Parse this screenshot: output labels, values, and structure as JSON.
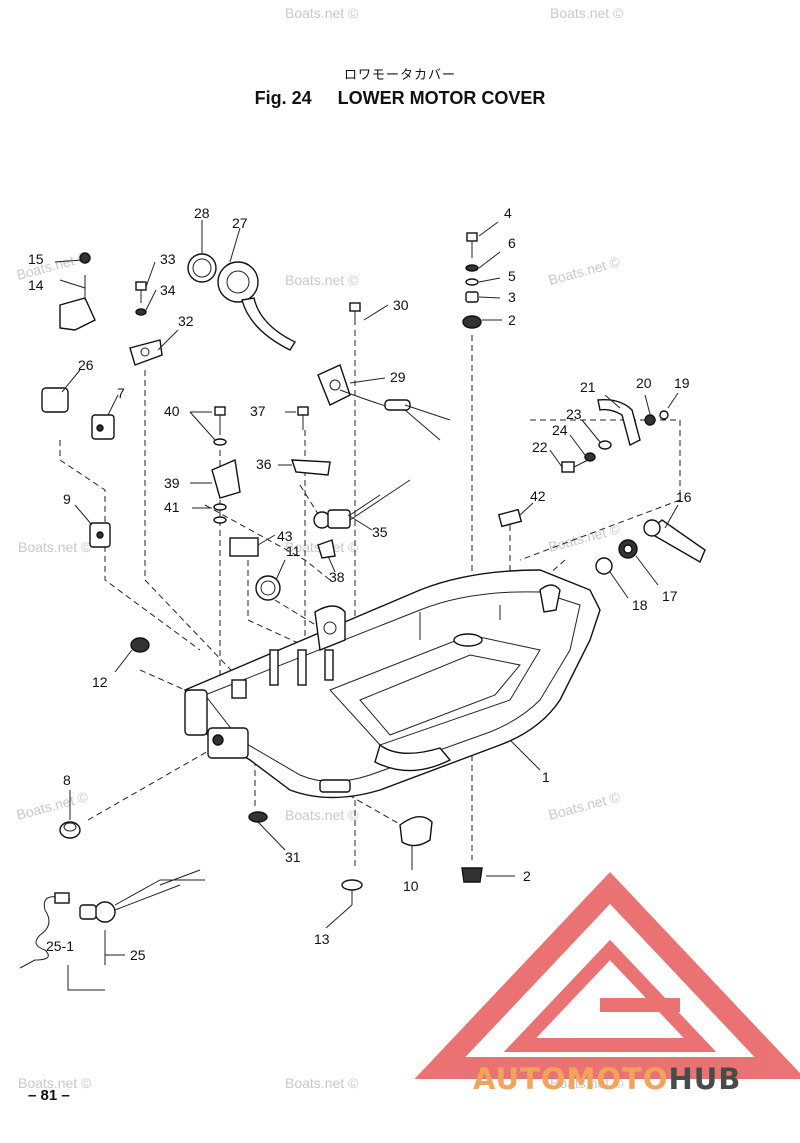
{
  "header": {
    "title_jp": "ロワモータカバー",
    "fig_label": "Fig. 24",
    "title": "LOWER MOTOR COVER"
  },
  "page_number": "– 81 –",
  "watermark": "Boats.net ©",
  "logo": {
    "part1": "AUTOMOTO",
    "part2": "HUB",
    "color_accent": "#f2a55a",
    "color_mark": "#e85a5a",
    "color_dark": "#4a4a4a"
  },
  "callouts": [
    "1",
    "2",
    "2",
    "3",
    "4",
    "5",
    "6",
    "7",
    "8",
    "9",
    "10",
    "11",
    "12",
    "13",
    "14",
    "15",
    "16",
    "17",
    "18",
    "19",
    "20",
    "21",
    "22",
    "23",
    "24",
    "25",
    "25-1",
    "26",
    "27",
    "28",
    "29",
    "30",
    "31",
    "32",
    "33",
    "34",
    "35",
    "36",
    "37",
    "38",
    "39",
    "40",
    "41",
    "42",
    "43"
  ]
}
